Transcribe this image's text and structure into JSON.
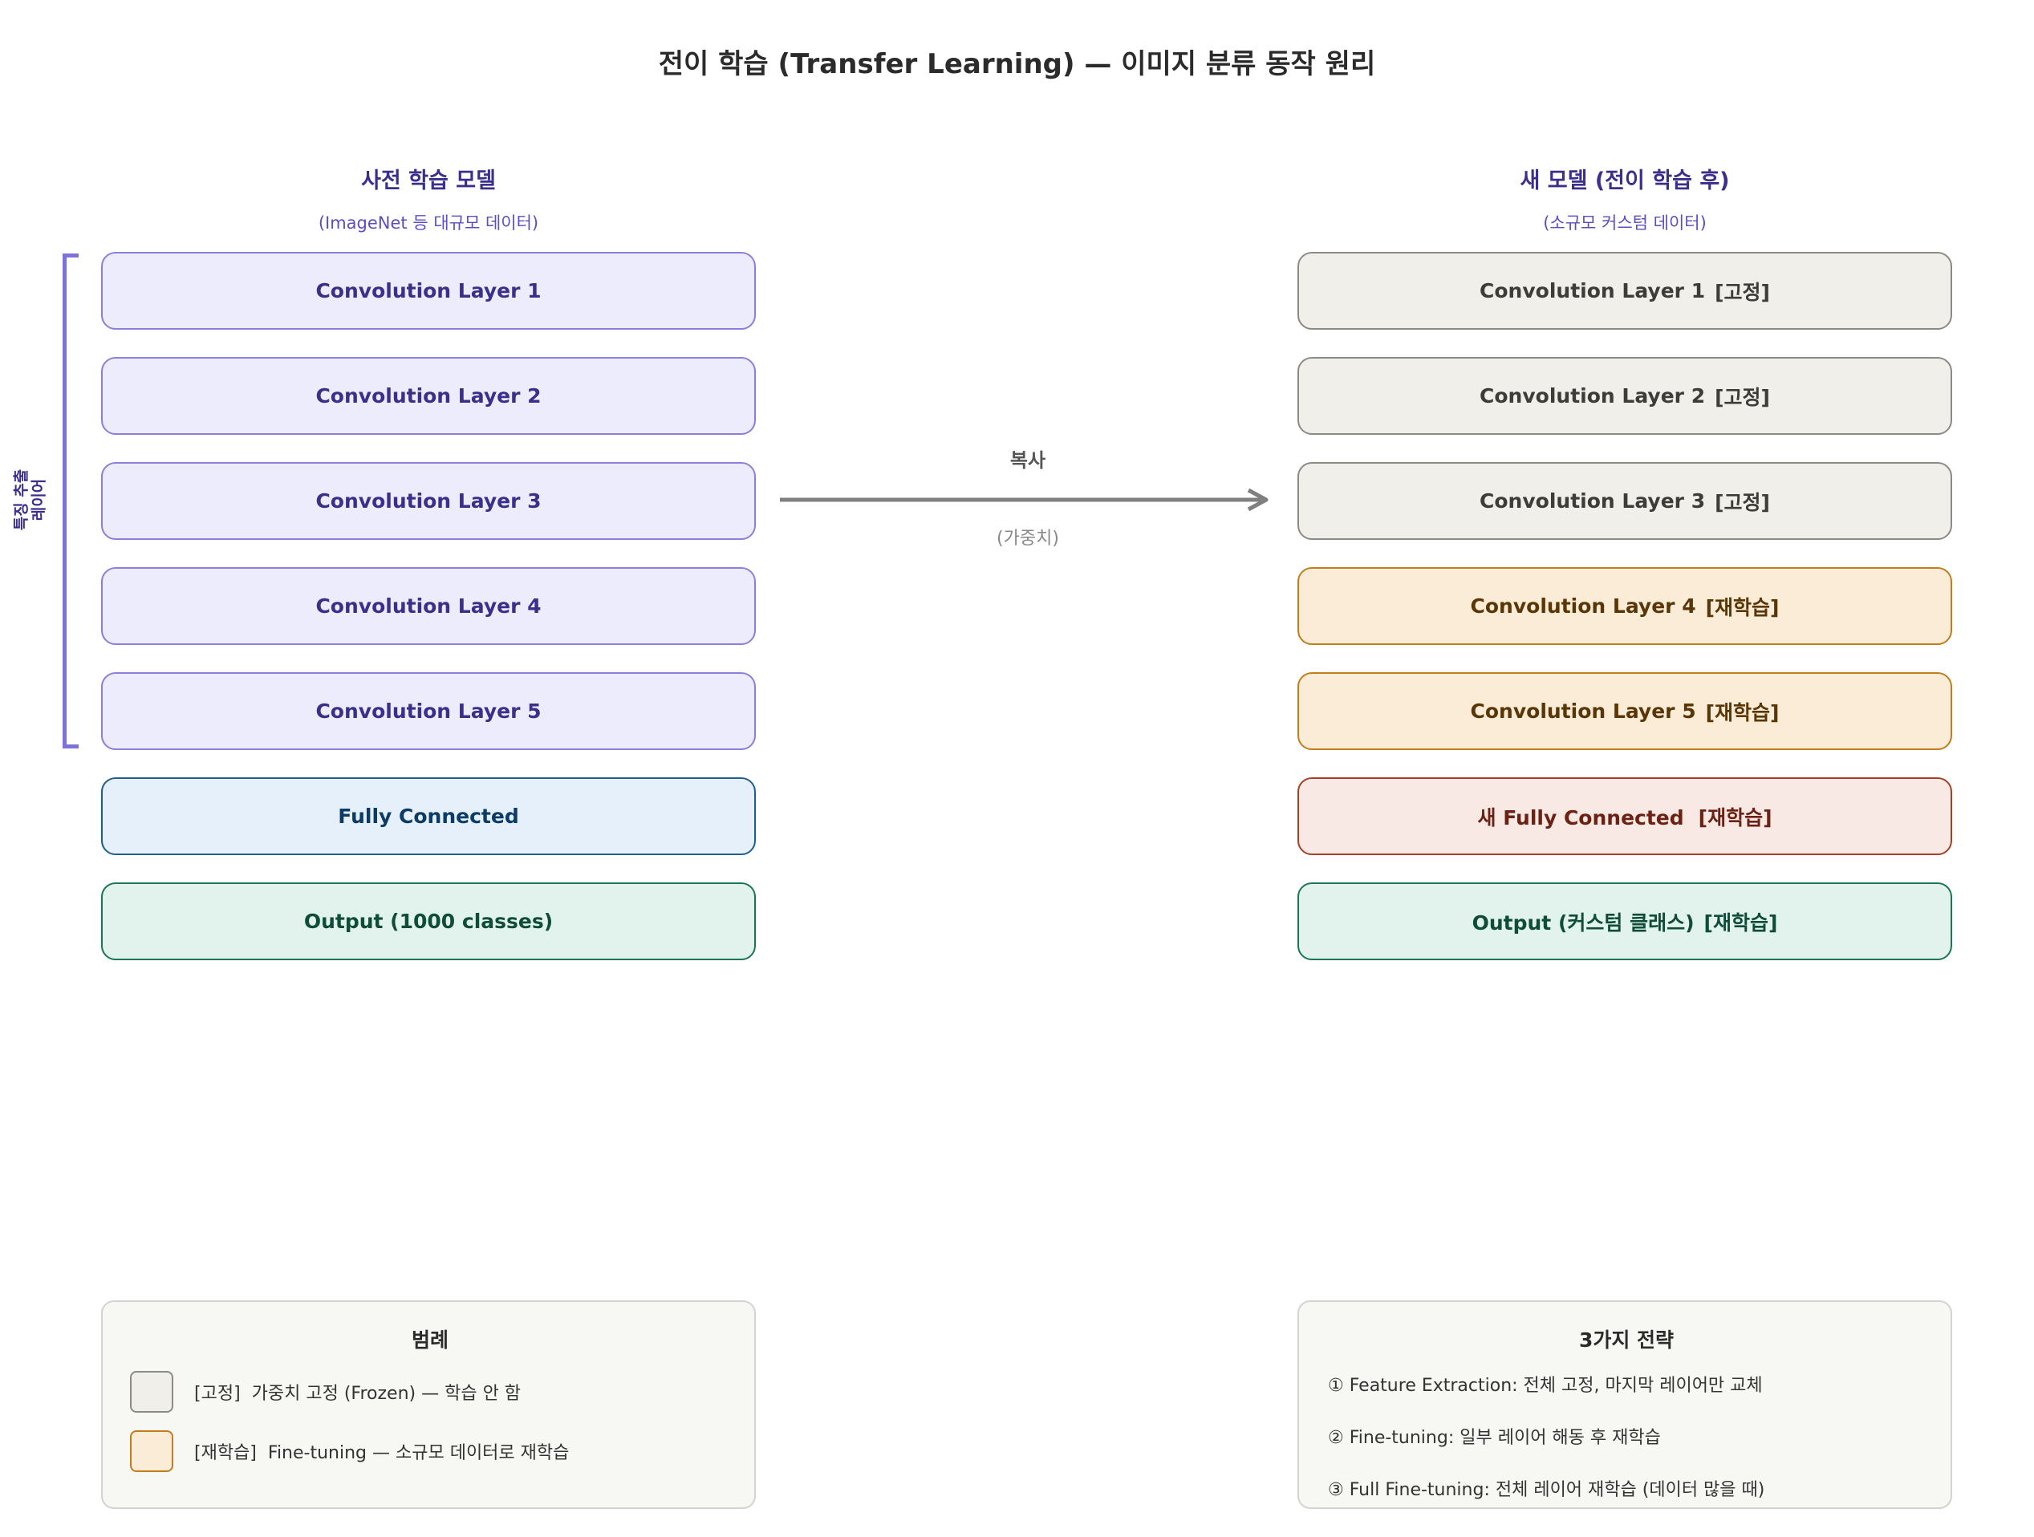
{
  "title": "전이 학습 (Transfer Learning) — 이미지 분류 동작 원리",
  "left": {
    "heading": "사전 학습 모델",
    "subheading": "(ImageNet 등 대규모 데이터)",
    "bracket_label": "특징 추출\n레이어",
    "layers": [
      "Convolution Layer 1",
      "Convolution Layer 2",
      "Convolution Layer 3",
      "Convolution Layer 4",
      "Convolution Layer 5",
      "Fully Connected",
      "Output (1000 classes)"
    ]
  },
  "arrow": {
    "label": "복사",
    "sublabel": "(가중치)"
  },
  "right": {
    "heading": "새 모델 (전이 학습 후)",
    "subheading": "(소규모 커스텀 데이터)",
    "layers": [
      {
        "name": "Convolution Layer 1",
        "tag": "[고정]"
      },
      {
        "name": "Convolution Layer 2",
        "tag": "[고정]"
      },
      {
        "name": "Convolution Layer 3",
        "tag": "[고정]"
      },
      {
        "name": "Convolution Layer 4",
        "tag": "[재학습]"
      },
      {
        "name": "Convolution Layer 5",
        "tag": "[재학습]"
      },
      {
        "name": "새 Fully Connected",
        "tag": "[재학습]"
      },
      {
        "name": "Output (커스텀 클래스)",
        "tag": "[재학습]"
      }
    ]
  },
  "legend": {
    "title": "범례",
    "items": [
      {
        "tag": "[고정]",
        "text": "가중치 고정 (Frozen) — 학습 안 함"
      },
      {
        "tag": "[재학습]",
        "text": "Fine-tuning — 소규모 데이터로 재학습"
      }
    ]
  },
  "strategies": {
    "title": "3가지 전략",
    "items": [
      "① Feature Extraction: 전체 고정, 마지막 레이어만 교체",
      "② Fine-tuning: 일부 레이어 해동 후 재학습",
      "③ Full Fine-tuning: 전체 레이어 재학습 (데이터 많을 때)"
    ]
  },
  "colors": {
    "pretrained_conv": "#edecfc",
    "frozen": "#f1efe9",
    "retrain": "#fbecd8",
    "new_fc": "#f9e9e4",
    "output": "#e1f3ec",
    "fully_connected": "#e5f0fb",
    "accent": "#7d72d6"
  }
}
